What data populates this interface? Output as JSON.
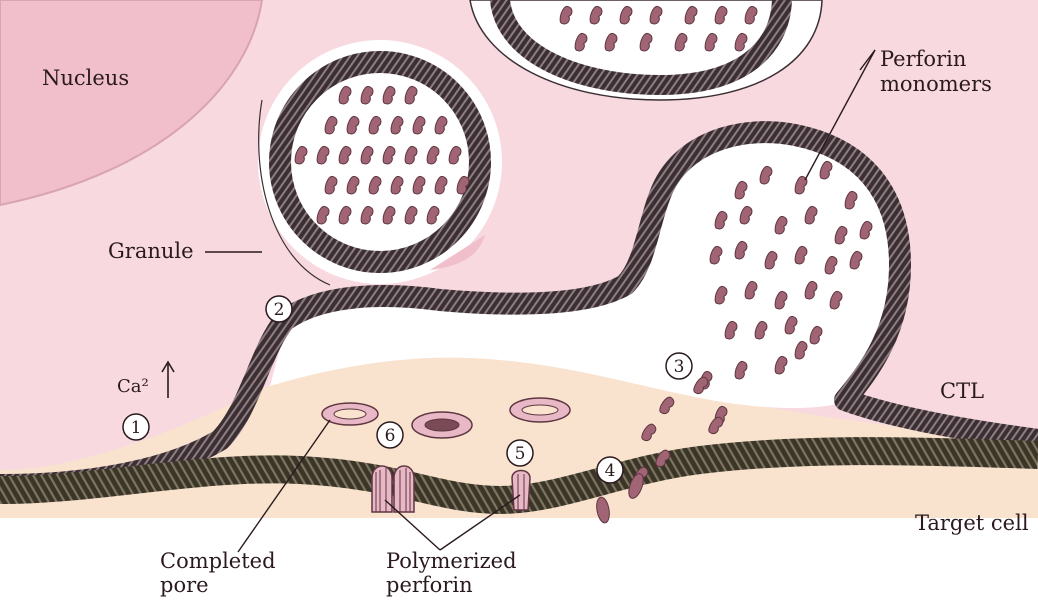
{
  "labels": {
    "nucleus": "Nucleus",
    "perforin_line1": "Perforin",
    "perforin_line2": "monomers",
    "granule": "Granule",
    "calcium": "Ca²",
    "ctl": "CTL",
    "target_cell": "Target cell",
    "completed_pore_line1": "Completed",
    "completed_pore_line2": "pore",
    "polymerized_line1": "Polymerized",
    "polymerized_line2": "perforin"
  },
  "steps": [
    "1",
    "2",
    "3",
    "4",
    "5",
    "6"
  ],
  "colors": {
    "ctl_cytoplasm": "#f7d9df",
    "nucleus": "#f0bfcb",
    "synapse": "#f9e3cf",
    "membrane_dark": "#3c2f34",
    "membrane_stripe": "#8c7d80",
    "target_membrane": "#3b3528",
    "monomer": "#a06474",
    "pore": "#e8b8c6"
  }
}
